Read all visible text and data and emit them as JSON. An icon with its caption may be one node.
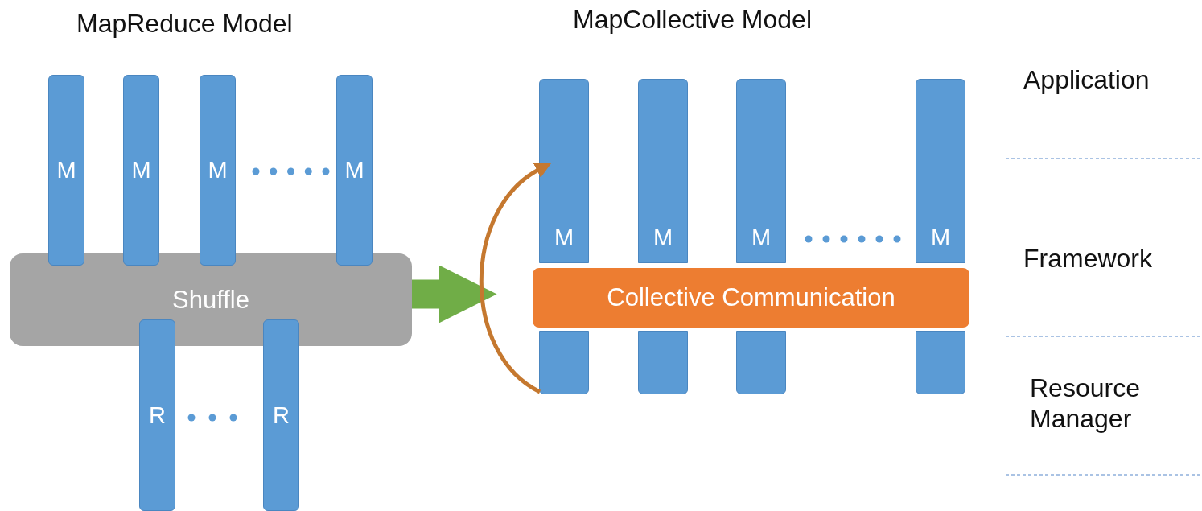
{
  "diagram": {
    "nodes": [
      {
        "text": [
          "Shuffle"
        ]
      },
      {
        "text": [
          "M"
        ]
      },
      {
        "text": [
          "M"
        ]
      },
      {
        "text": [
          "M"
        ]
      },
      {
        "text": [
          "M"
        ]
      },
      {
        "text": [
          "R"
        ]
      },
      {
        "text": [
          "R"
        ]
      },
      {
        "text": [
          "Collective Communication"
        ]
      },
      {
        "text": [
          "M"
        ]
      },
      {
        "text": [
          "M"
        ]
      },
      {
        "text": [
          "M"
        ]
      },
      {
        "text": [
          "M"
        ]
      },
      {
        "text": [],
        "shape": "bar"
      },
      {
        "text": [],
        "shape": "bar"
      },
      {
        "text": [],
        "shape": "bar"
      },
      {
        "text": [],
        "shape": "bar"
      }
    ],
    "edges": [
      {
        "from": 0,
        "to": 7,
        "arrow": "to",
        "style": "thick",
        "color": "#70ad47"
      },
      {
        "from": 12,
        "to": 8,
        "arrow": "to",
        "color": "#c5782f"
      }
    ],
    "labels": [
      "MapReduce Model",
      "MapCollective Model",
      "Application",
      "Framework",
      "Resource Manager"
    ]
  }
}
